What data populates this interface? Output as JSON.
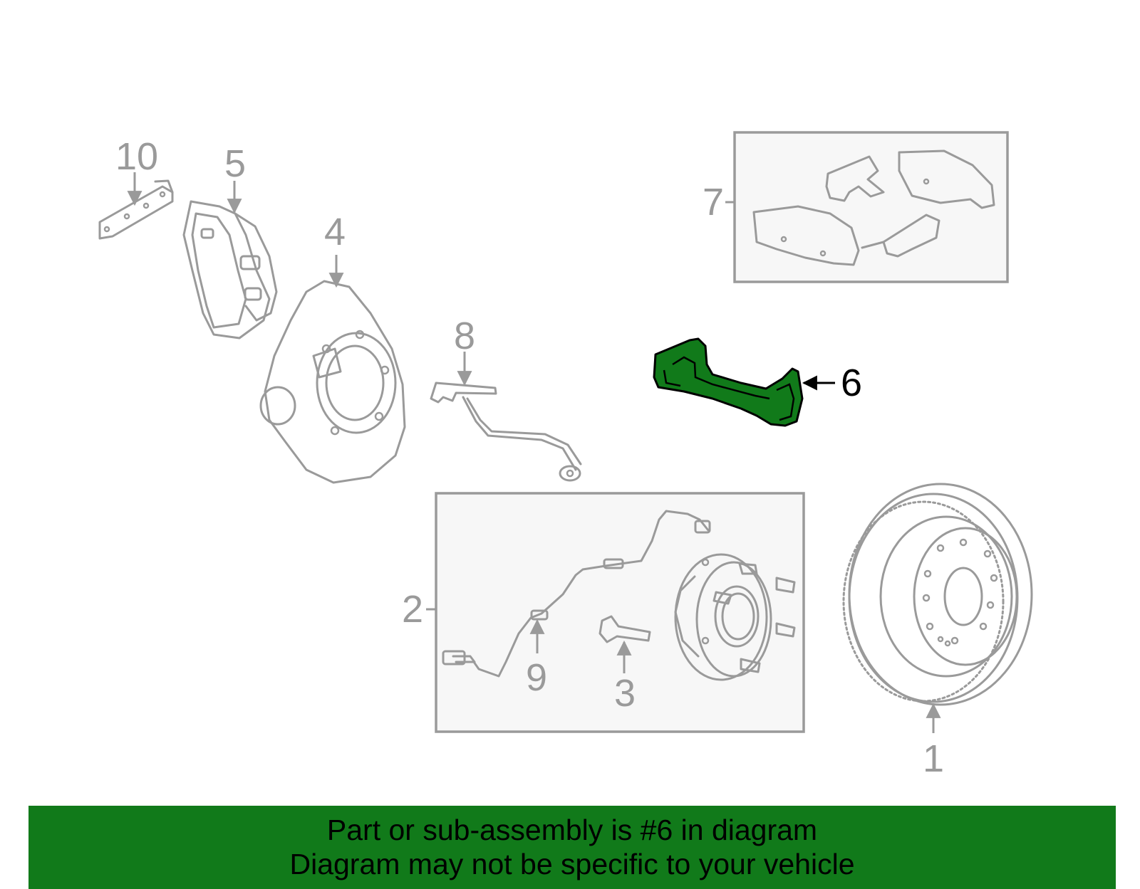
{
  "diagram": {
    "callouts": [
      {
        "number": "1"
      },
      {
        "number": "2"
      },
      {
        "number": "3"
      },
      {
        "number": "4"
      },
      {
        "number": "5"
      },
      {
        "number": "6"
      },
      {
        "number": "7"
      },
      {
        "number": "8"
      },
      {
        "number": "9"
      },
      {
        "number": "10"
      }
    ],
    "highlighted_part": "6",
    "colors": {
      "highlight": "#117a1a",
      "banner": "#117a1a",
      "line_art": "#9a9a9a"
    }
  },
  "banner": {
    "line1": "Part or sub-assembly is #6 in diagram",
    "line2": "Diagram may not be specific to your vehicle"
  }
}
